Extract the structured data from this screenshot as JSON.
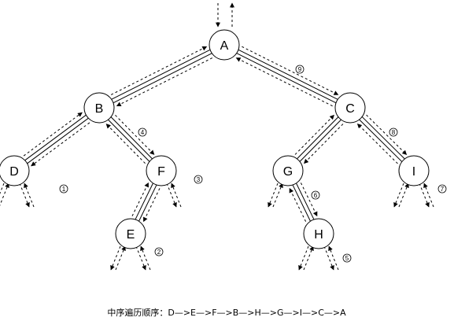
{
  "tree": {
    "nodes": [
      {
        "id": "A",
        "label": "A"
      },
      {
        "id": "B",
        "label": "B"
      },
      {
        "id": "C",
        "label": "C"
      },
      {
        "id": "D",
        "label": "D"
      },
      {
        "id": "F",
        "label": "F"
      },
      {
        "id": "G",
        "label": "G"
      },
      {
        "id": "I",
        "label": "I"
      },
      {
        "id": "E",
        "label": "E"
      },
      {
        "id": "H",
        "label": "H"
      }
    ],
    "edges": [
      {
        "from": "A",
        "to": "B"
      },
      {
        "from": "A",
        "to": "C"
      },
      {
        "from": "B",
        "to": "D"
      },
      {
        "from": "B",
        "to": "F"
      },
      {
        "from": "F",
        "to": "E"
      },
      {
        "from": "C",
        "to": "G"
      },
      {
        "from": "C",
        "to": "I"
      },
      {
        "from": "G",
        "to": "H"
      }
    ]
  },
  "steps": [
    {
      "number": "1",
      "node": "D"
    },
    {
      "number": "2",
      "node": "E"
    },
    {
      "number": "3",
      "node": "F"
    },
    {
      "number": "4",
      "node": "B"
    },
    {
      "number": "5",
      "node": "H"
    },
    {
      "number": "6",
      "node": "G"
    },
    {
      "number": "7",
      "node": "I"
    },
    {
      "number": "8",
      "node": "C"
    },
    {
      "number": "9",
      "node": "A"
    }
  ],
  "caption": {
    "text": "中序遍历顺序：D—>E—>F—>B—>H—>G—>I—>C—>A"
  }
}
